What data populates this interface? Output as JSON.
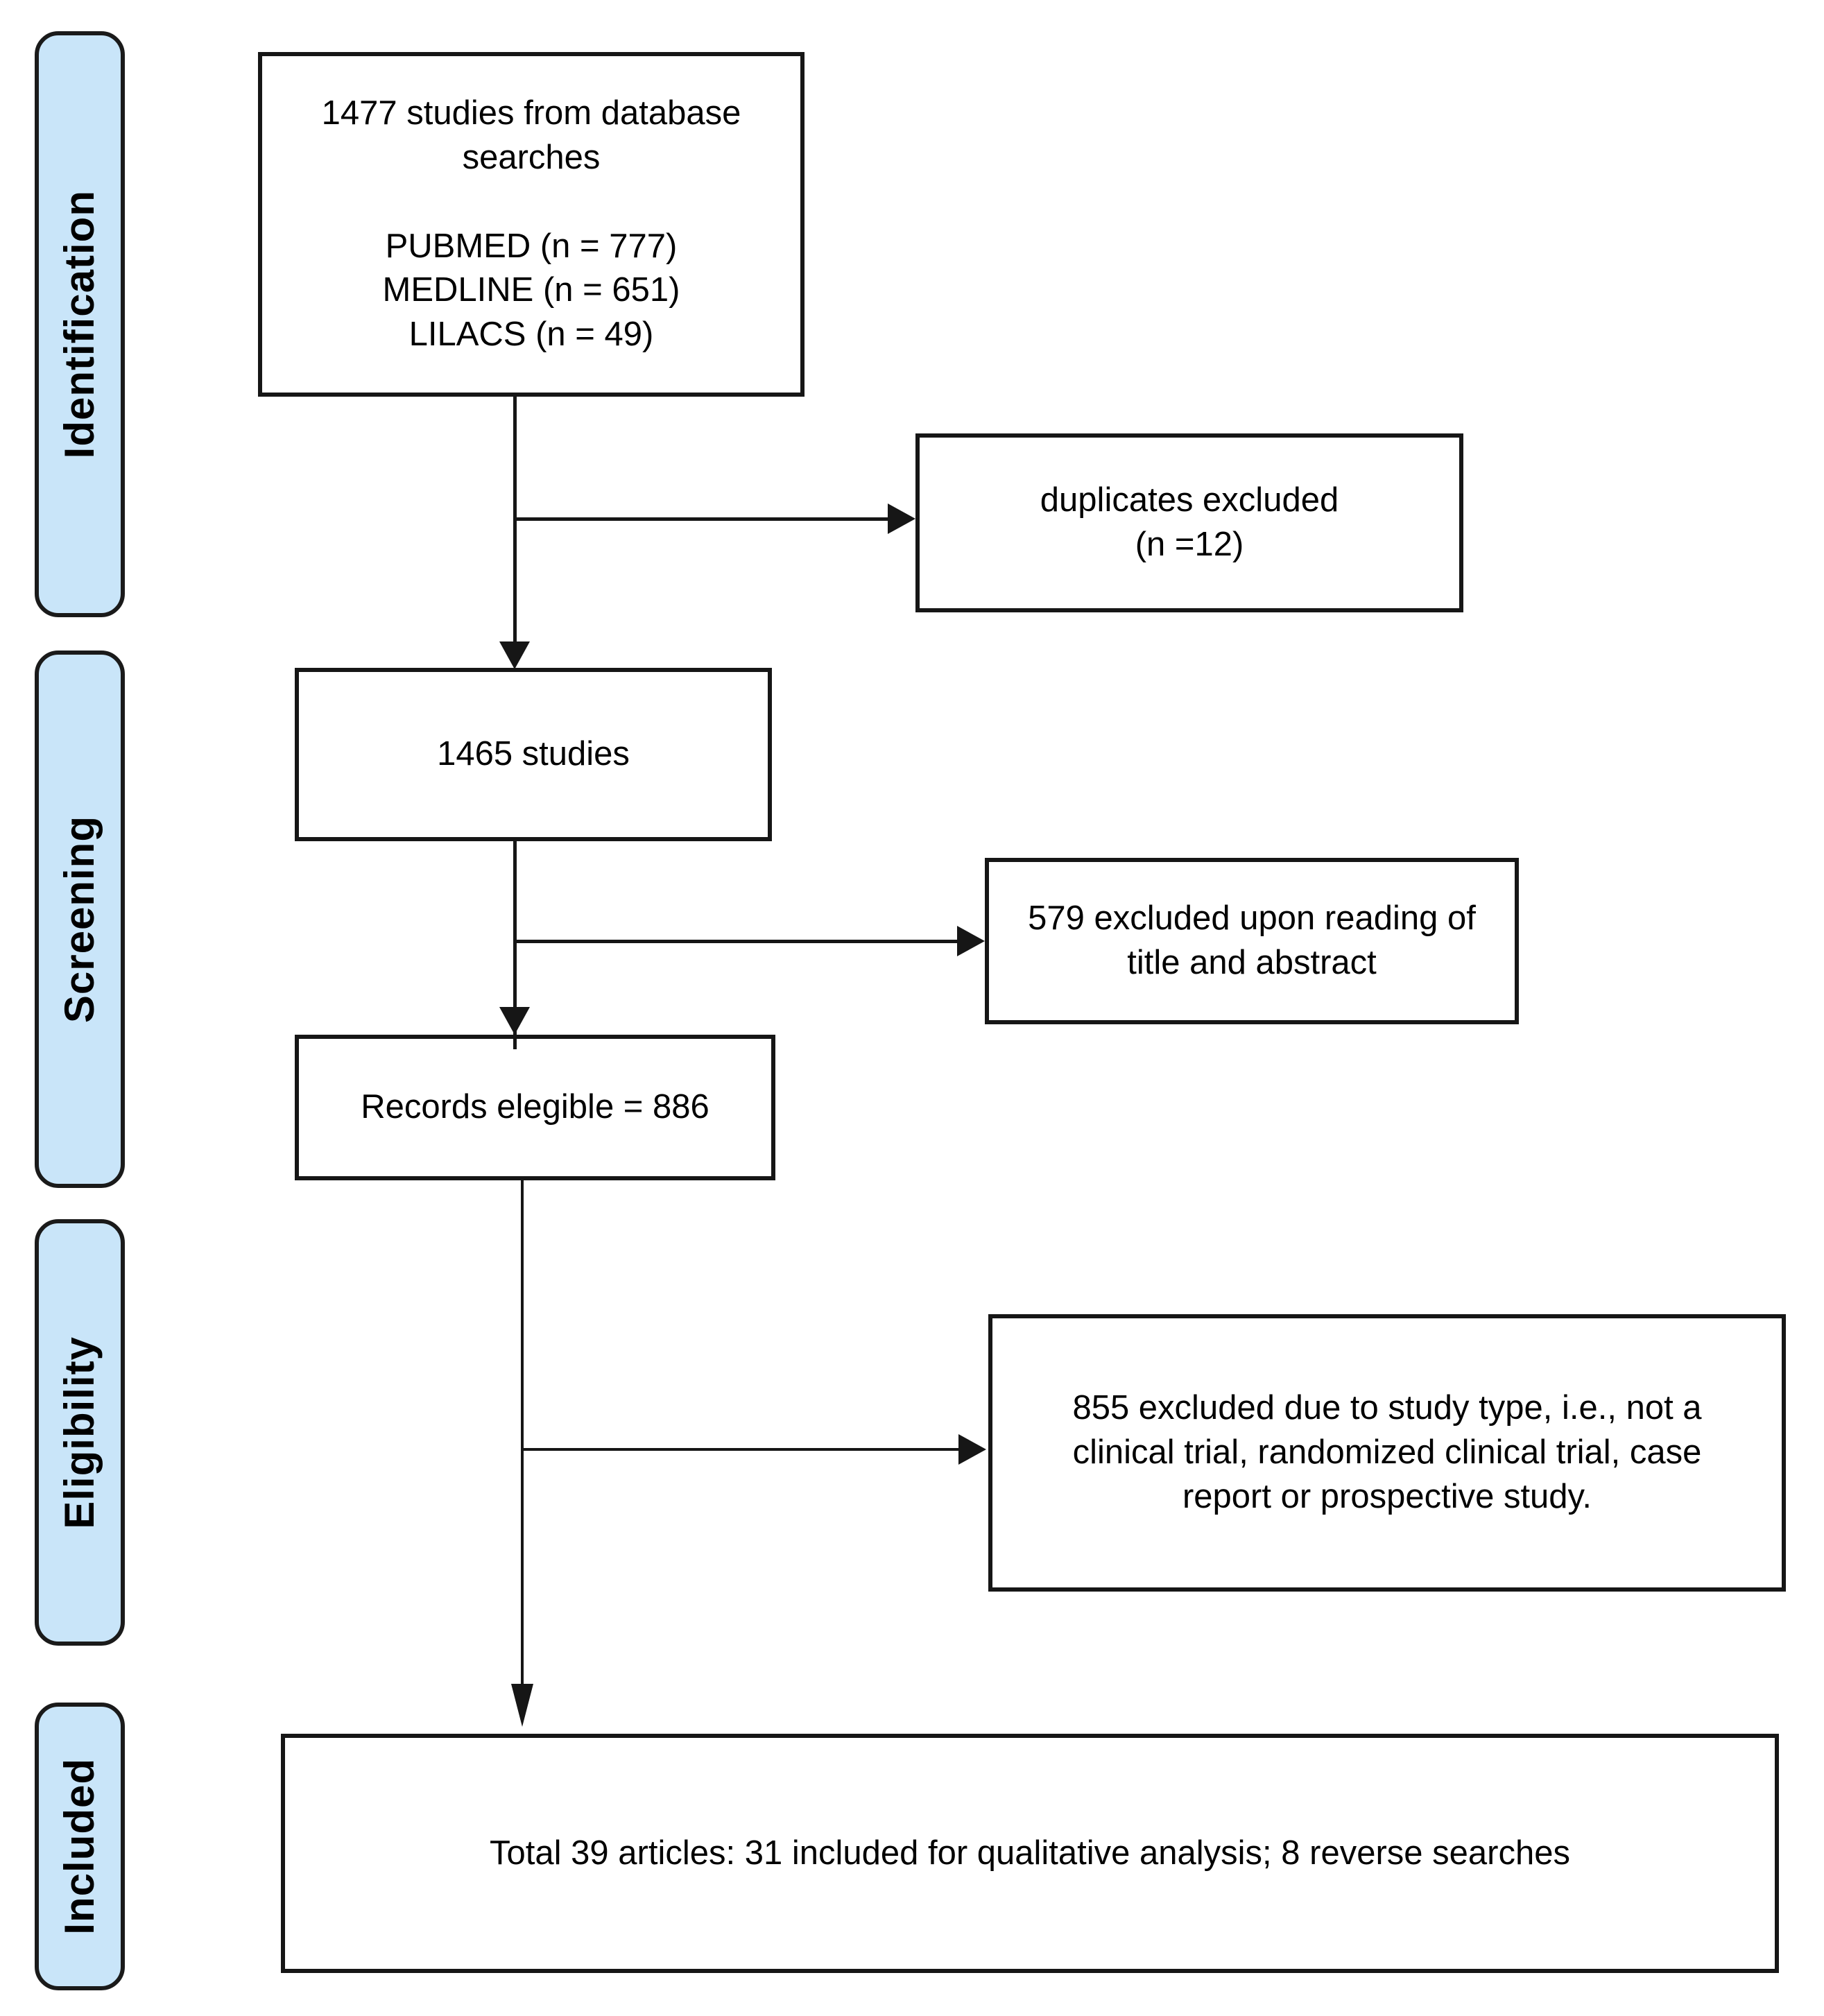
{
  "diagram": {
    "title": "PRISMA study selection flow diagram",
    "accent_color": "#c9e5f9",
    "line_color": "#161616",
    "box_fill": "#ffffff"
  },
  "stages": [
    {
      "id": "identification",
      "label": "Identification"
    },
    {
      "id": "screening",
      "label": "Screening"
    },
    {
      "id": "eligibility",
      "label": "Eligibility"
    },
    {
      "id": "included",
      "label": "Included"
    }
  ],
  "boxes": {
    "records_identified": {
      "id": "records-identified",
      "text": "1477 studies from database\nsearches\n\nPUBMED (n = 777)\nMEDLINE (n = 651)\nLILACS (n = 49)"
    },
    "duplicates_excluded": {
      "id": "duplicates-excluded",
      "text": "duplicates excluded\n(n =12)"
    },
    "after_duplicates": {
      "id": "studies-after-duplicates",
      "text": "1465 studies"
    },
    "title_abstract_excluded": {
      "id": "title-abstract-excluded",
      "text": "579 excluded upon reading of\ntitle and abstract"
    },
    "records_eligible": {
      "id": "records-eligible",
      "text": "Records elegible = 886"
    },
    "study_type_excluded": {
      "id": "study-type-excluded",
      "text": "855 excluded due to study type, i.e., not a\nclinical trial, randomized clinical trial, case\nreport or prospective study."
    },
    "total_included": {
      "id": "total-included",
      "text": "Total 39 articles: 31 included for qualitative analysis; 8 reverse searches"
    }
  },
  "chart_data": {
    "type": "diagram",
    "title": "PRISMA flow of study selection",
    "nodes": [
      {
        "stage": "Identification",
        "label": "1477 studies from database searches",
        "n": 1477,
        "sources": [
          {
            "name": "PUBMED",
            "n": 777
          },
          {
            "name": "MEDLINE",
            "n": 651
          },
          {
            "name": "LILACS",
            "n": 49
          }
        ]
      },
      {
        "stage": "Identification",
        "label": "duplicates excluded",
        "n": 12,
        "kind": "exclusion"
      },
      {
        "stage": "Screening",
        "label": "1465 studies",
        "n": 1465
      },
      {
        "stage": "Screening",
        "label": "579 excluded upon reading of title and abstract",
        "n": 579,
        "kind": "exclusion"
      },
      {
        "stage": "Screening",
        "label": "Records elegible = 886",
        "n": 886
      },
      {
        "stage": "Eligibility",
        "label": "855 excluded due to study type, i.e., not a clinical trial, randomized clinical trial, case report or prospective study.",
        "n": 855,
        "kind": "exclusion"
      },
      {
        "stage": "Included",
        "label": "Total 39 articles: 31 included for qualitative analysis; 8 reverse searches",
        "n": 39,
        "breakdown": [
          {
            "name": "included for qualitative analysis",
            "n": 31
          },
          {
            "name": "reverse searches",
            "n": 8
          }
        ]
      }
    ],
    "edges": [
      {
        "from": "1477 studies from database searches",
        "to": "duplicates excluded",
        "direction": "right"
      },
      {
        "from": "1477 studies from database searches",
        "to": "1465 studies",
        "direction": "down"
      },
      {
        "from": "1465 studies",
        "to": "579 excluded upon reading of title and abstract",
        "direction": "right"
      },
      {
        "from": "1465 studies",
        "to": "Records elegible = 886",
        "direction": "down"
      },
      {
        "from": "Records elegible = 886",
        "to": "855 excluded due to study type",
        "direction": "right"
      },
      {
        "from": "Records elegible = 886",
        "to": "Total 39 articles",
        "direction": "down"
      }
    ]
  }
}
